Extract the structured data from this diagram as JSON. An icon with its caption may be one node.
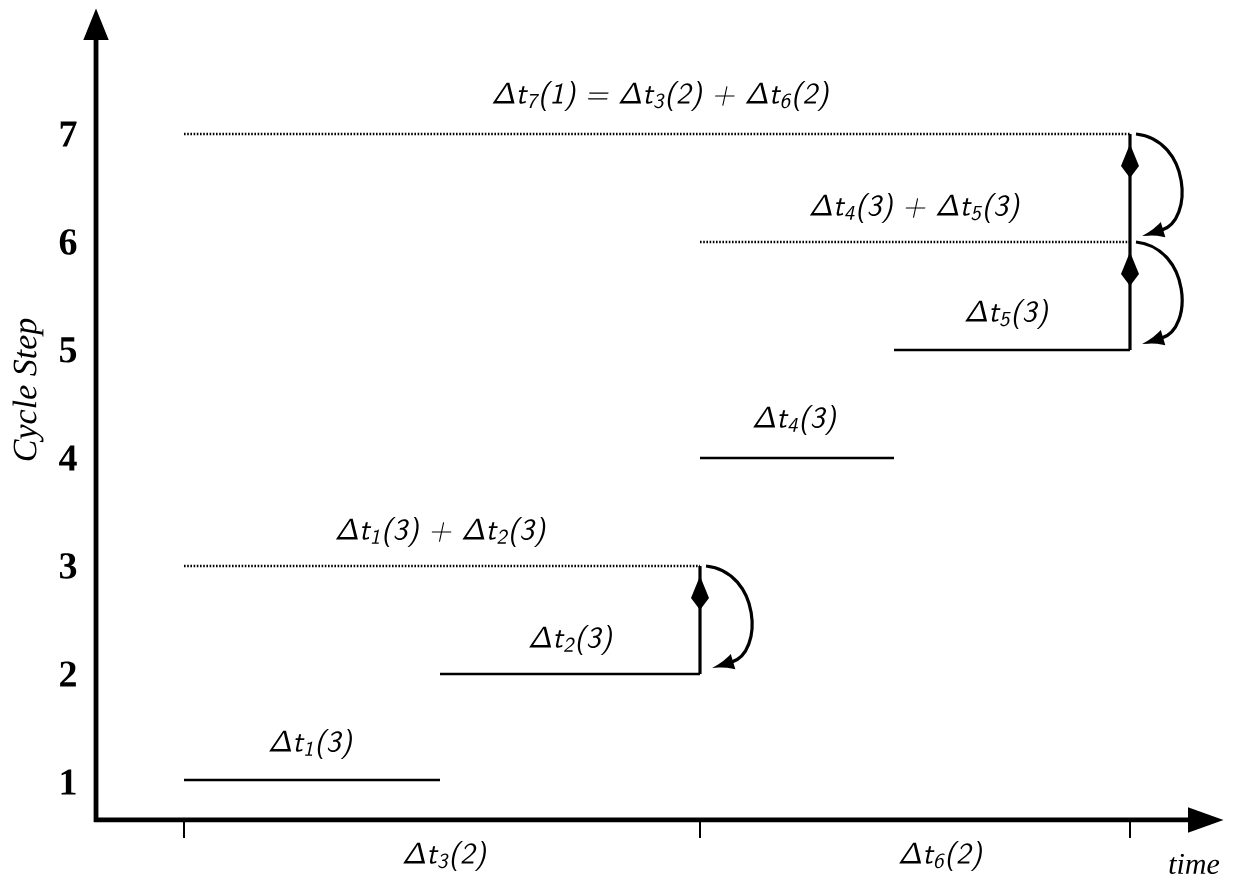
{
  "diagram": {
    "labels": [
      "Δt$_{7}$(1)  =  Δt$_{3}$(2)  +  Δt$_{6}$(2)",
      "7",
      "Δt$_{4}$(3) + Δt$_{5}$(3)",
      "6",
      "Δt$_{5}$(3)",
      "5",
      "Cycle Step",
      "Δt$_{4}$(3)",
      "4",
      "Δt$_{1}$(3) + Δt$_{2}$(3)",
      "3",
      "Δt$_{2}$(3)",
      "2",
      "Δt$_{1}$(3)",
      "1",
      "Δt$_{3}$(2)",
      "Δt$_{6}$(2)",
      "time"
    ]
  }
}
